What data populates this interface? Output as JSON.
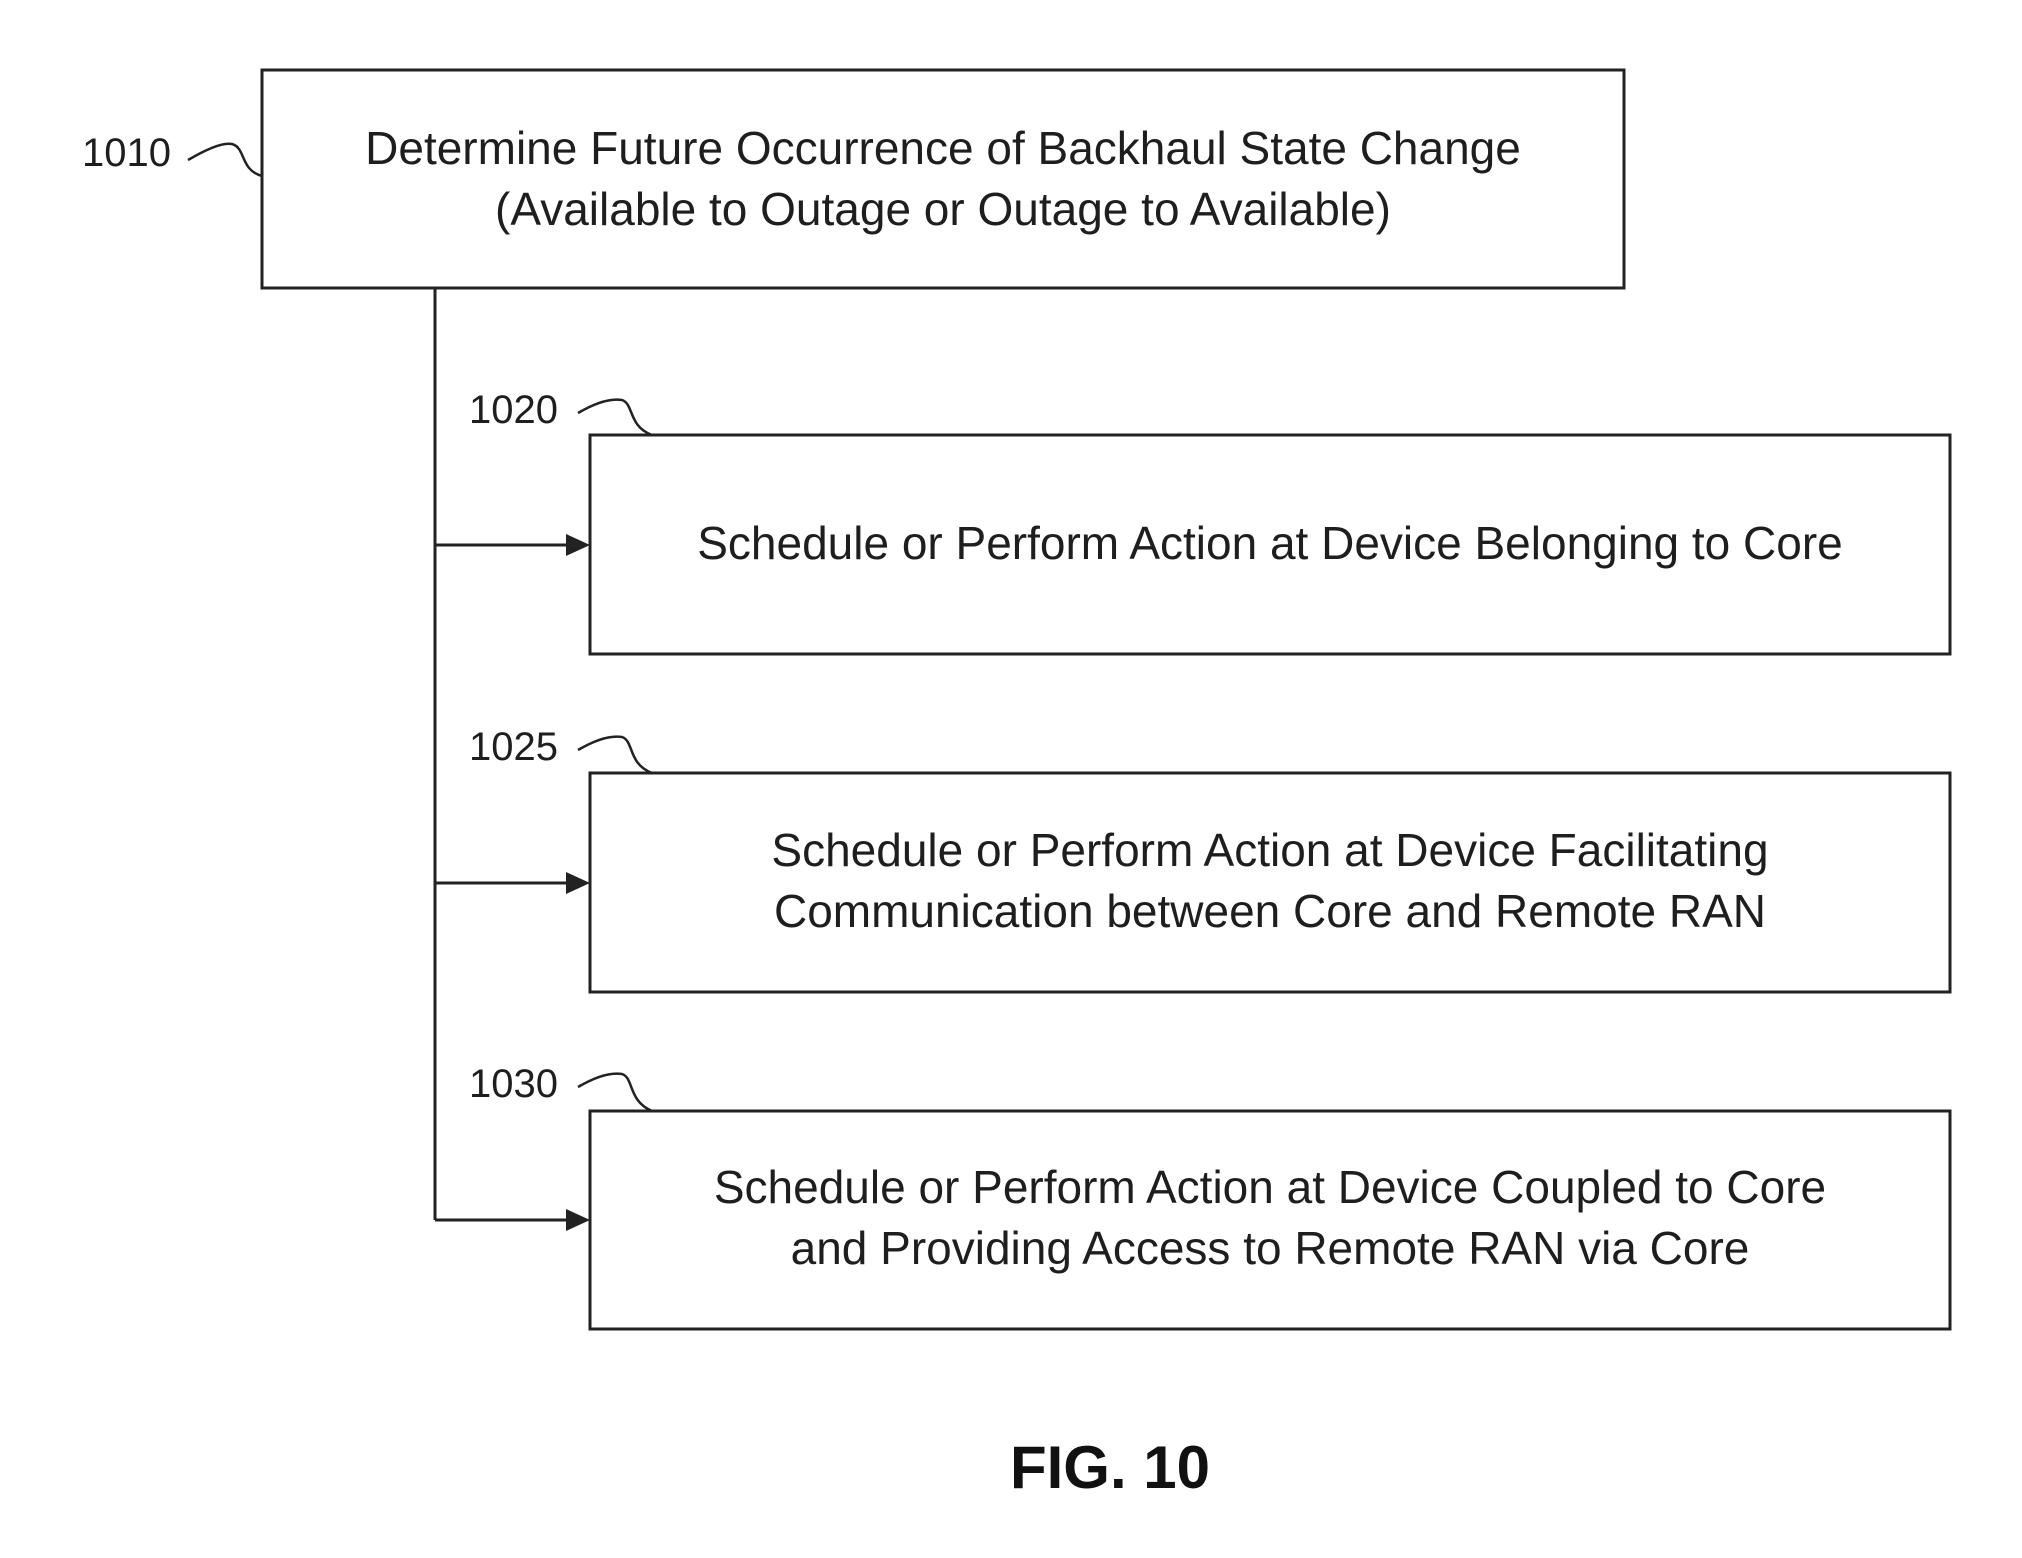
{
  "figure": {
    "label": "FIG. 10"
  },
  "steps": [
    {
      "ref": "1010",
      "lines": [
        "Determine Future Occurrence of Backhaul State Change",
        "(Available to Outage or Outage to Available)"
      ]
    },
    {
      "ref": "1020",
      "lines": [
        "Schedule or Perform Action at Device Belonging to Core"
      ]
    },
    {
      "ref": "1025",
      "lines": [
        "Schedule or Perform Action at Device Facilitating",
        "Communication between Core and Remote RAN"
      ]
    },
    {
      "ref": "1030",
      "lines": [
        "Schedule or Perform Action at Device Coupled to Core",
        "and Providing Access to Remote RAN via Core"
      ]
    }
  ]
}
